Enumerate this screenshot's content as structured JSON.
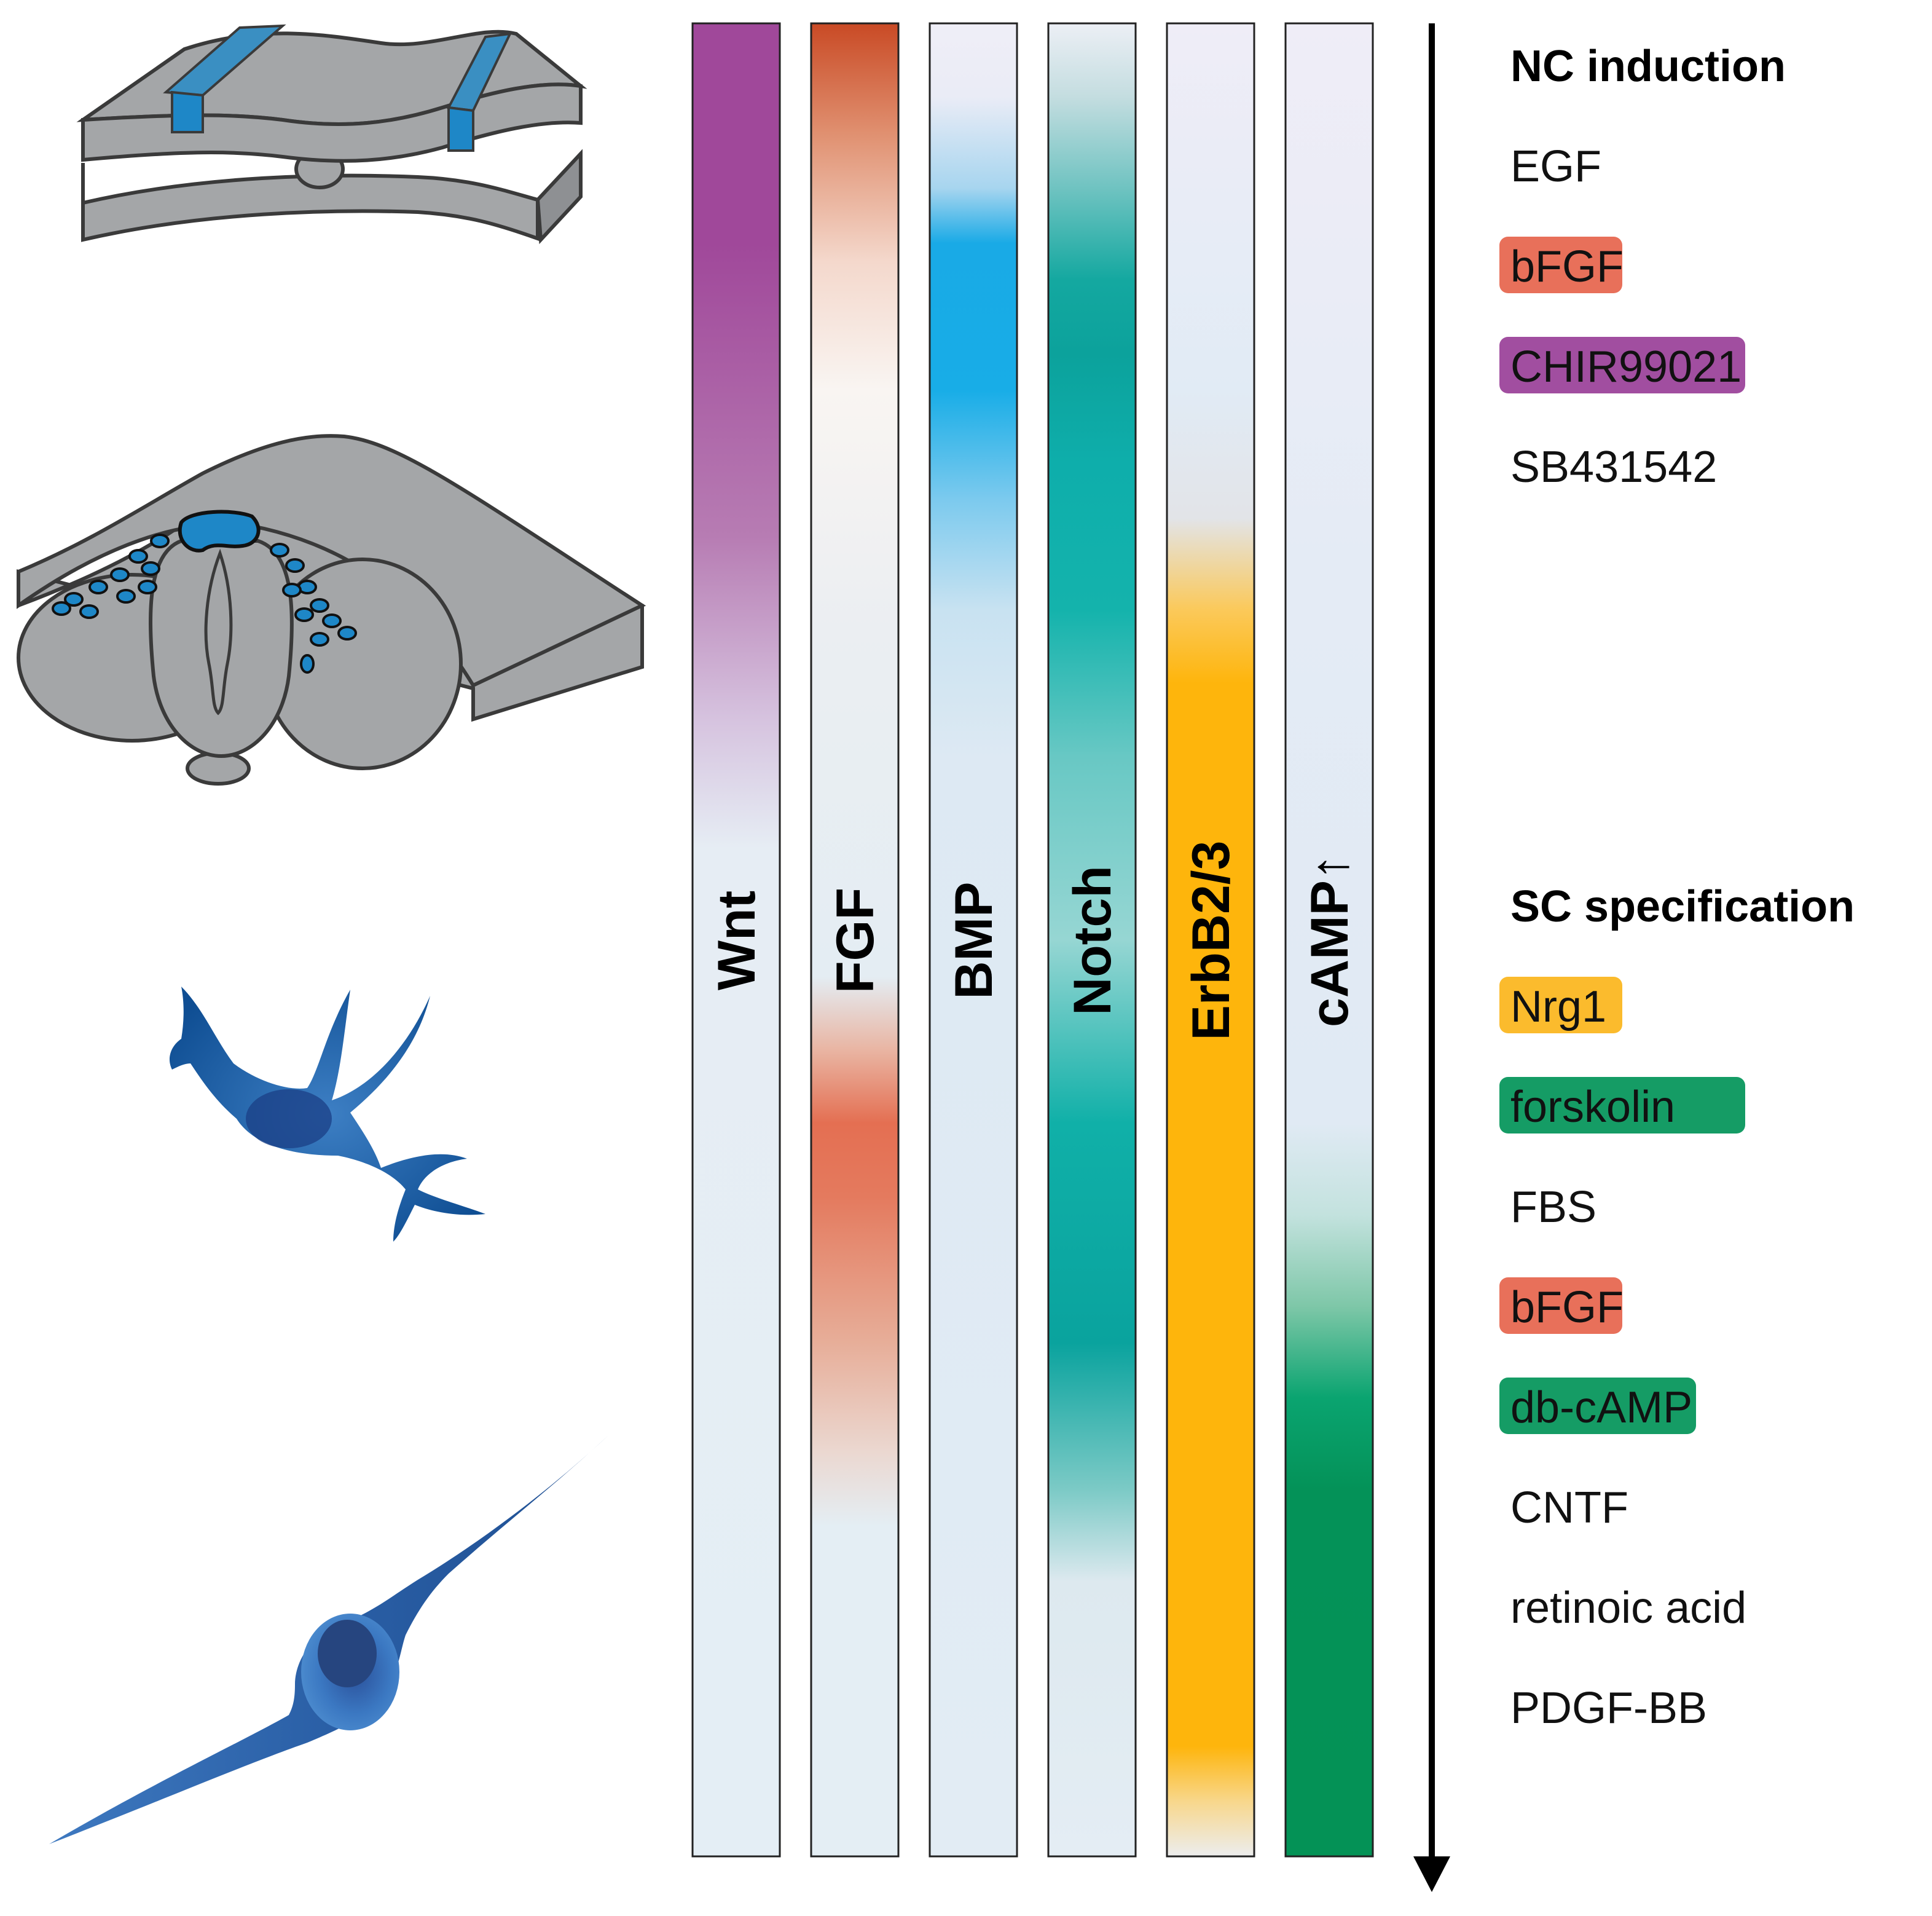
{
  "pathways": [
    {
      "label": "Wnt",
      "stops": [
        {
          "offset": 0,
          "color": "#a0489a"
        },
        {
          "offset": 0.12,
          "color": "#a0489a"
        },
        {
          "offset": 0.28,
          "color": "#b77cb3"
        },
        {
          "offset": 0.38,
          "color": "#d6c3df"
        },
        {
          "offset": 0.45,
          "color": "#e6edf4"
        },
        {
          "offset": 1,
          "color": "#e4eef5"
        }
      ]
    },
    {
      "label": "FGF",
      "stops": [
        {
          "offset": 0,
          "color": "#c94a25"
        },
        {
          "offset": 0.06,
          "color": "#e09070"
        },
        {
          "offset": 0.13,
          "color": "#f4d8cc"
        },
        {
          "offset": 0.2,
          "color": "#f9f5f2"
        },
        {
          "offset": 0.33,
          "color": "#ebeef2"
        },
        {
          "offset": 0.52,
          "color": "#e4edf3"
        },
        {
          "offset": 0.56,
          "color": "#e9b5a3"
        },
        {
          "offset": 0.6,
          "color": "#e46f52"
        },
        {
          "offset": 0.64,
          "color": "#e47a5e"
        },
        {
          "offset": 0.72,
          "color": "#e7ae99"
        },
        {
          "offset": 0.78,
          "color": "#ebd8d1"
        },
        {
          "offset": 0.82,
          "color": "#e4eef4"
        },
        {
          "offset": 1,
          "color": "#e4eef4"
        }
      ]
    },
    {
      "label": "BMP",
      "stops": [
        {
          "offset": 0,
          "color": "#efeef7"
        },
        {
          "offset": 0.04,
          "color": "#eaecf6"
        },
        {
          "offset": 0.09,
          "color": "#a7d5ef"
        },
        {
          "offset": 0.12,
          "color": "#19aae6"
        },
        {
          "offset": 0.2,
          "color": "#18ade7"
        },
        {
          "offset": 0.26,
          "color": "#7ccaee"
        },
        {
          "offset": 0.32,
          "color": "#c8e2f1"
        },
        {
          "offset": 0.4,
          "color": "#dde9f3"
        },
        {
          "offset": 1,
          "color": "#e2ecf4"
        }
      ]
    },
    {
      "label": "Notch",
      "stops": [
        {
          "offset": 0,
          "color": "#eceff5"
        },
        {
          "offset": 0.04,
          "color": "#c4dde0"
        },
        {
          "offset": 0.09,
          "color": "#6fc3c1"
        },
        {
          "offset": 0.14,
          "color": "#14a8a0"
        },
        {
          "offset": 0.18,
          "color": "#0ca29c"
        },
        {
          "offset": 0.24,
          "color": "#0eaeab"
        },
        {
          "offset": 0.32,
          "color": "#14b3ac"
        },
        {
          "offset": 0.4,
          "color": "#68c8c4"
        },
        {
          "offset": 0.5,
          "color": "#96d6d3"
        },
        {
          "offset": 0.6,
          "color": "#10b0a8"
        },
        {
          "offset": 0.72,
          "color": "#0aa39e"
        },
        {
          "offset": 0.8,
          "color": "#7ccac6"
        },
        {
          "offset": 0.85,
          "color": "#dde9ef"
        },
        {
          "offset": 1,
          "color": "#e4edf4"
        }
      ]
    },
    {
      "label": "ErbB2/3",
      "stops": [
        {
          "offset": 0,
          "color": "#efedf7"
        },
        {
          "offset": 0.2,
          "color": "#e1ebf5"
        },
        {
          "offset": 0.27,
          "color": "#e2e4e8"
        },
        {
          "offset": 0.32,
          "color": "#fbc95a"
        },
        {
          "offset": 0.36,
          "color": "#feb50c"
        },
        {
          "offset": 0.94,
          "color": "#feb50c"
        },
        {
          "offset": 0.97,
          "color": "#f8d78c"
        },
        {
          "offset": 1,
          "color": "#ecedee"
        }
      ]
    },
    {
      "label": "cAMP↑",
      "stops": [
        {
          "offset": 0,
          "color": "#efedf7"
        },
        {
          "offset": 0.3,
          "color": "#e4ebf5"
        },
        {
          "offset": 0.6,
          "color": "#e0eaf4"
        },
        {
          "offset": 0.65,
          "color": "#c3e2de"
        },
        {
          "offset": 0.7,
          "color": "#7ec7a8"
        },
        {
          "offset": 0.75,
          "color": "#0aa470"
        },
        {
          "offset": 0.8,
          "color": "#049258"
        },
        {
          "offset": 1,
          "color": "#049256"
        }
      ]
    }
  ],
  "sections": [
    {
      "heading": "NC induction",
      "items": [
        {
          "text": "EGF",
          "highlight": ""
        },
        {
          "text": "bFGF",
          "highlight": "#e8705a"
        },
        {
          "text": "CHIR99021",
          "highlight": "#a14ea0"
        },
        {
          "text": "SB431542",
          "highlight": ""
        }
      ]
    },
    {
      "heading": "SC specification",
      "items": [
        {
          "text": "Nrg1",
          "highlight": "#fbbb2d"
        },
        {
          "text": "forskolin",
          "highlight": "#159c65"
        },
        {
          "text": "FBS",
          "highlight": ""
        },
        {
          "text": "bFGF",
          "highlight": "#e8705a"
        },
        {
          "text": "db-cAMP",
          "highlight": "#159c65"
        },
        {
          "text": "CNTF",
          "highlight": ""
        },
        {
          "text": "retinoic acid",
          "highlight": ""
        },
        {
          "text": "PDGF-BB",
          "highlight": ""
        }
      ]
    }
  ],
  "colors": {
    "tissue_gray": "#a4a6a8",
    "crest_blue": "#1e87c7",
    "cell_blue": "#1b57a0",
    "arrow": "#000000"
  },
  "icons": [
    "neural-plate-icon",
    "neural-tube-icon",
    "precursor-cell-icon",
    "schwann-cell-icon"
  ]
}
